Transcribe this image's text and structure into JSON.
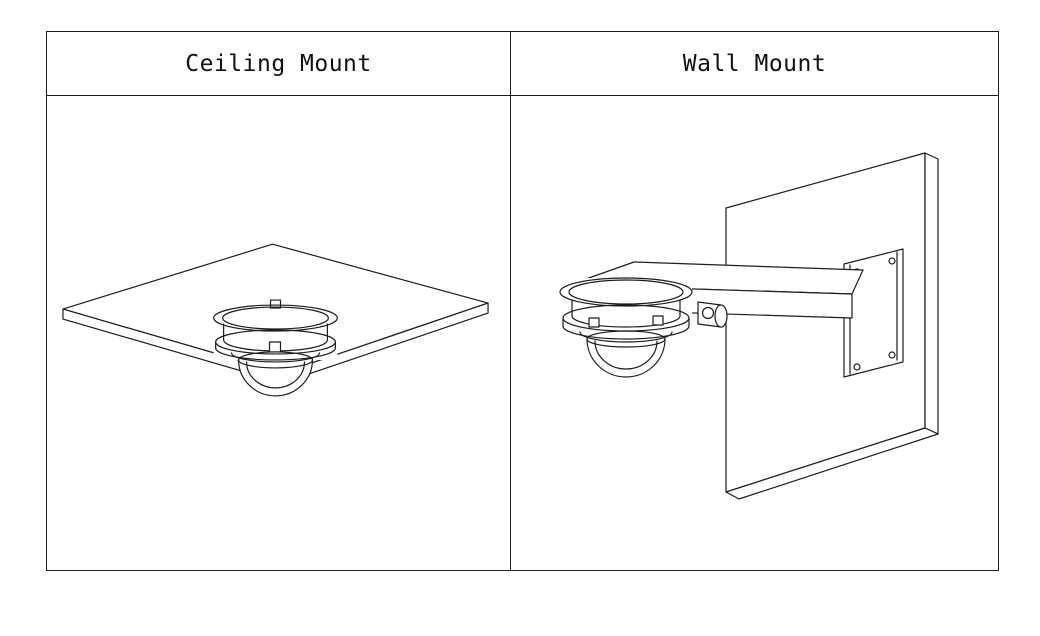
{
  "page": {
    "background_color": "#ffffff",
    "line_color": "#1c1c1c",
    "text_color": "#111111"
  },
  "table": {
    "columns": [
      {
        "header": "Ceiling Mount",
        "drawing": "ceiling-mount-diagram"
      },
      {
        "header": "Wall Mount",
        "drawing": "wall-mount-diagram"
      }
    ]
  }
}
